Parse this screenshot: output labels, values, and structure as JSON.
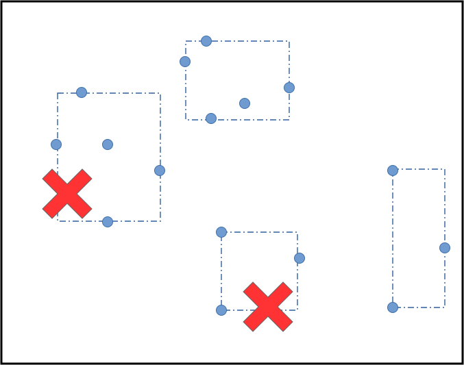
{
  "diagram": {
    "frame": {
      "stroke": "#000000"
    },
    "boxes": [
      {
        "name": "box-left",
        "points": [
          "dot",
          "dot",
          "dot",
          "dot",
          "dot"
        ],
        "marks": [
          "red-x"
        ]
      },
      {
        "name": "box-top",
        "points": [
          "dot",
          "dot",
          "dot",
          "dot",
          "dot"
        ],
        "marks": []
      },
      {
        "name": "box-bottom-middle",
        "points": [
          "dot",
          "dot",
          "dot"
        ],
        "marks": [
          "red-x"
        ]
      },
      {
        "name": "box-right",
        "points": [
          "dot",
          "dot",
          "dot"
        ],
        "marks": []
      }
    ],
    "colors": {
      "box_stroke": "#2f5f9e",
      "dot_fill": "#6f9bd1",
      "dot_stroke": "#3e6ea8",
      "x_fill": "#ff3333",
      "x_stroke": "#666666"
    },
    "icons": {
      "point": "circle-dot-icon",
      "reject": "red-x-icon"
    }
  }
}
